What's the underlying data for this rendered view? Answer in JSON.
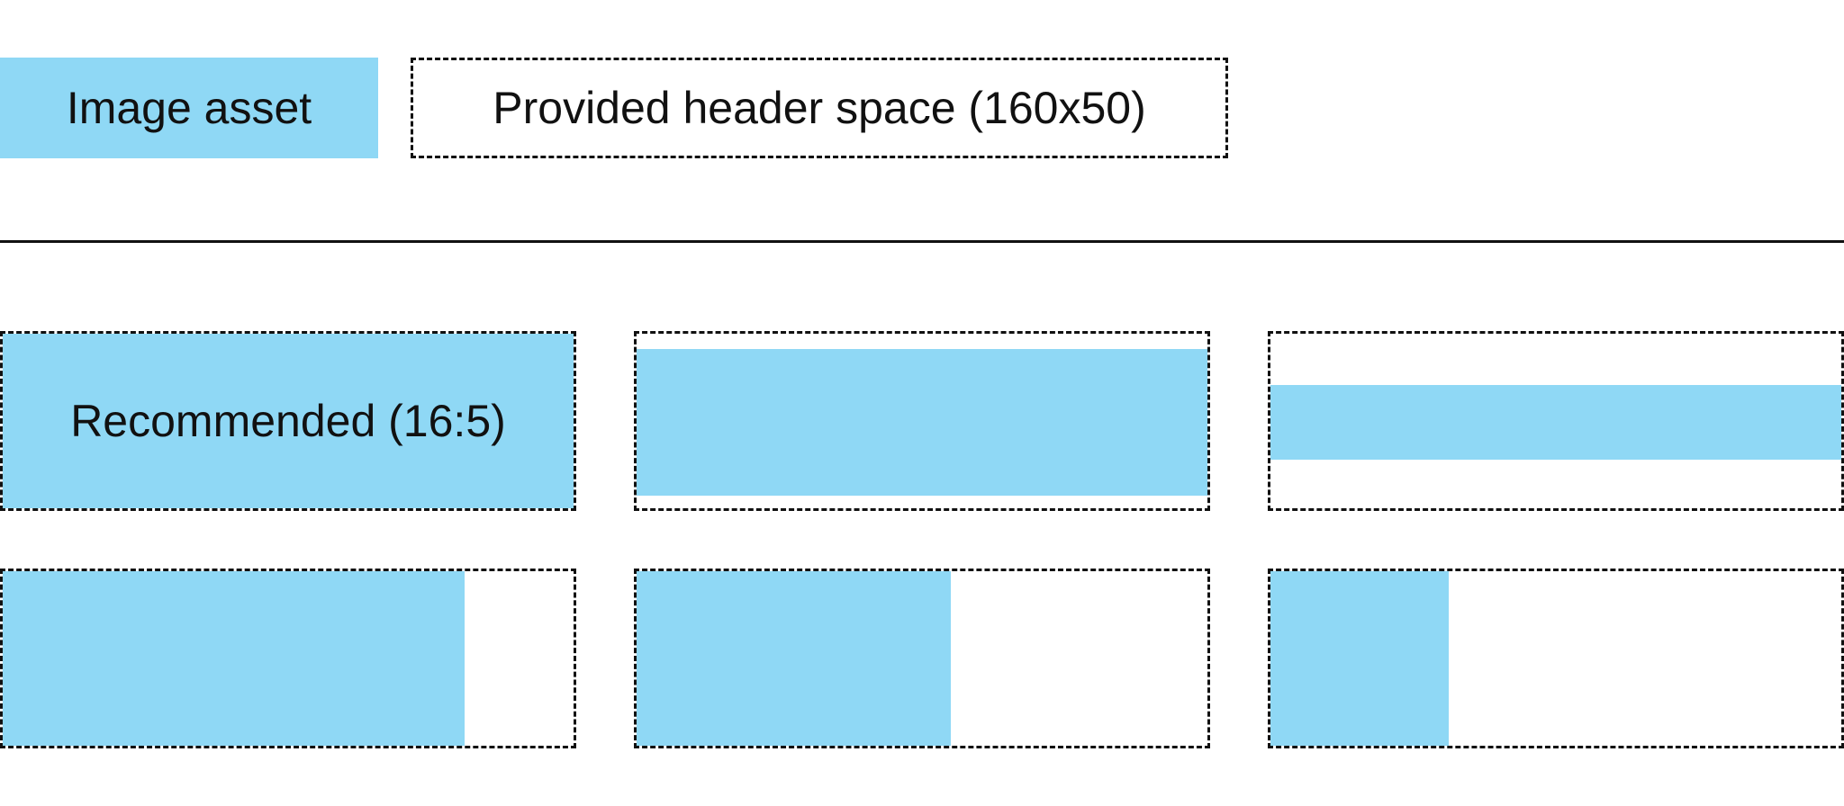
{
  "legend": {
    "image_asset_label": "Image asset",
    "header_space_label": "Provided header space (160x50)"
  },
  "examples": {
    "recommended_label": "Recommended (16:5)"
  },
  "colors": {
    "asset_fill": "#8fd8f5",
    "border": "#111111",
    "background": "#ffffff"
  }
}
